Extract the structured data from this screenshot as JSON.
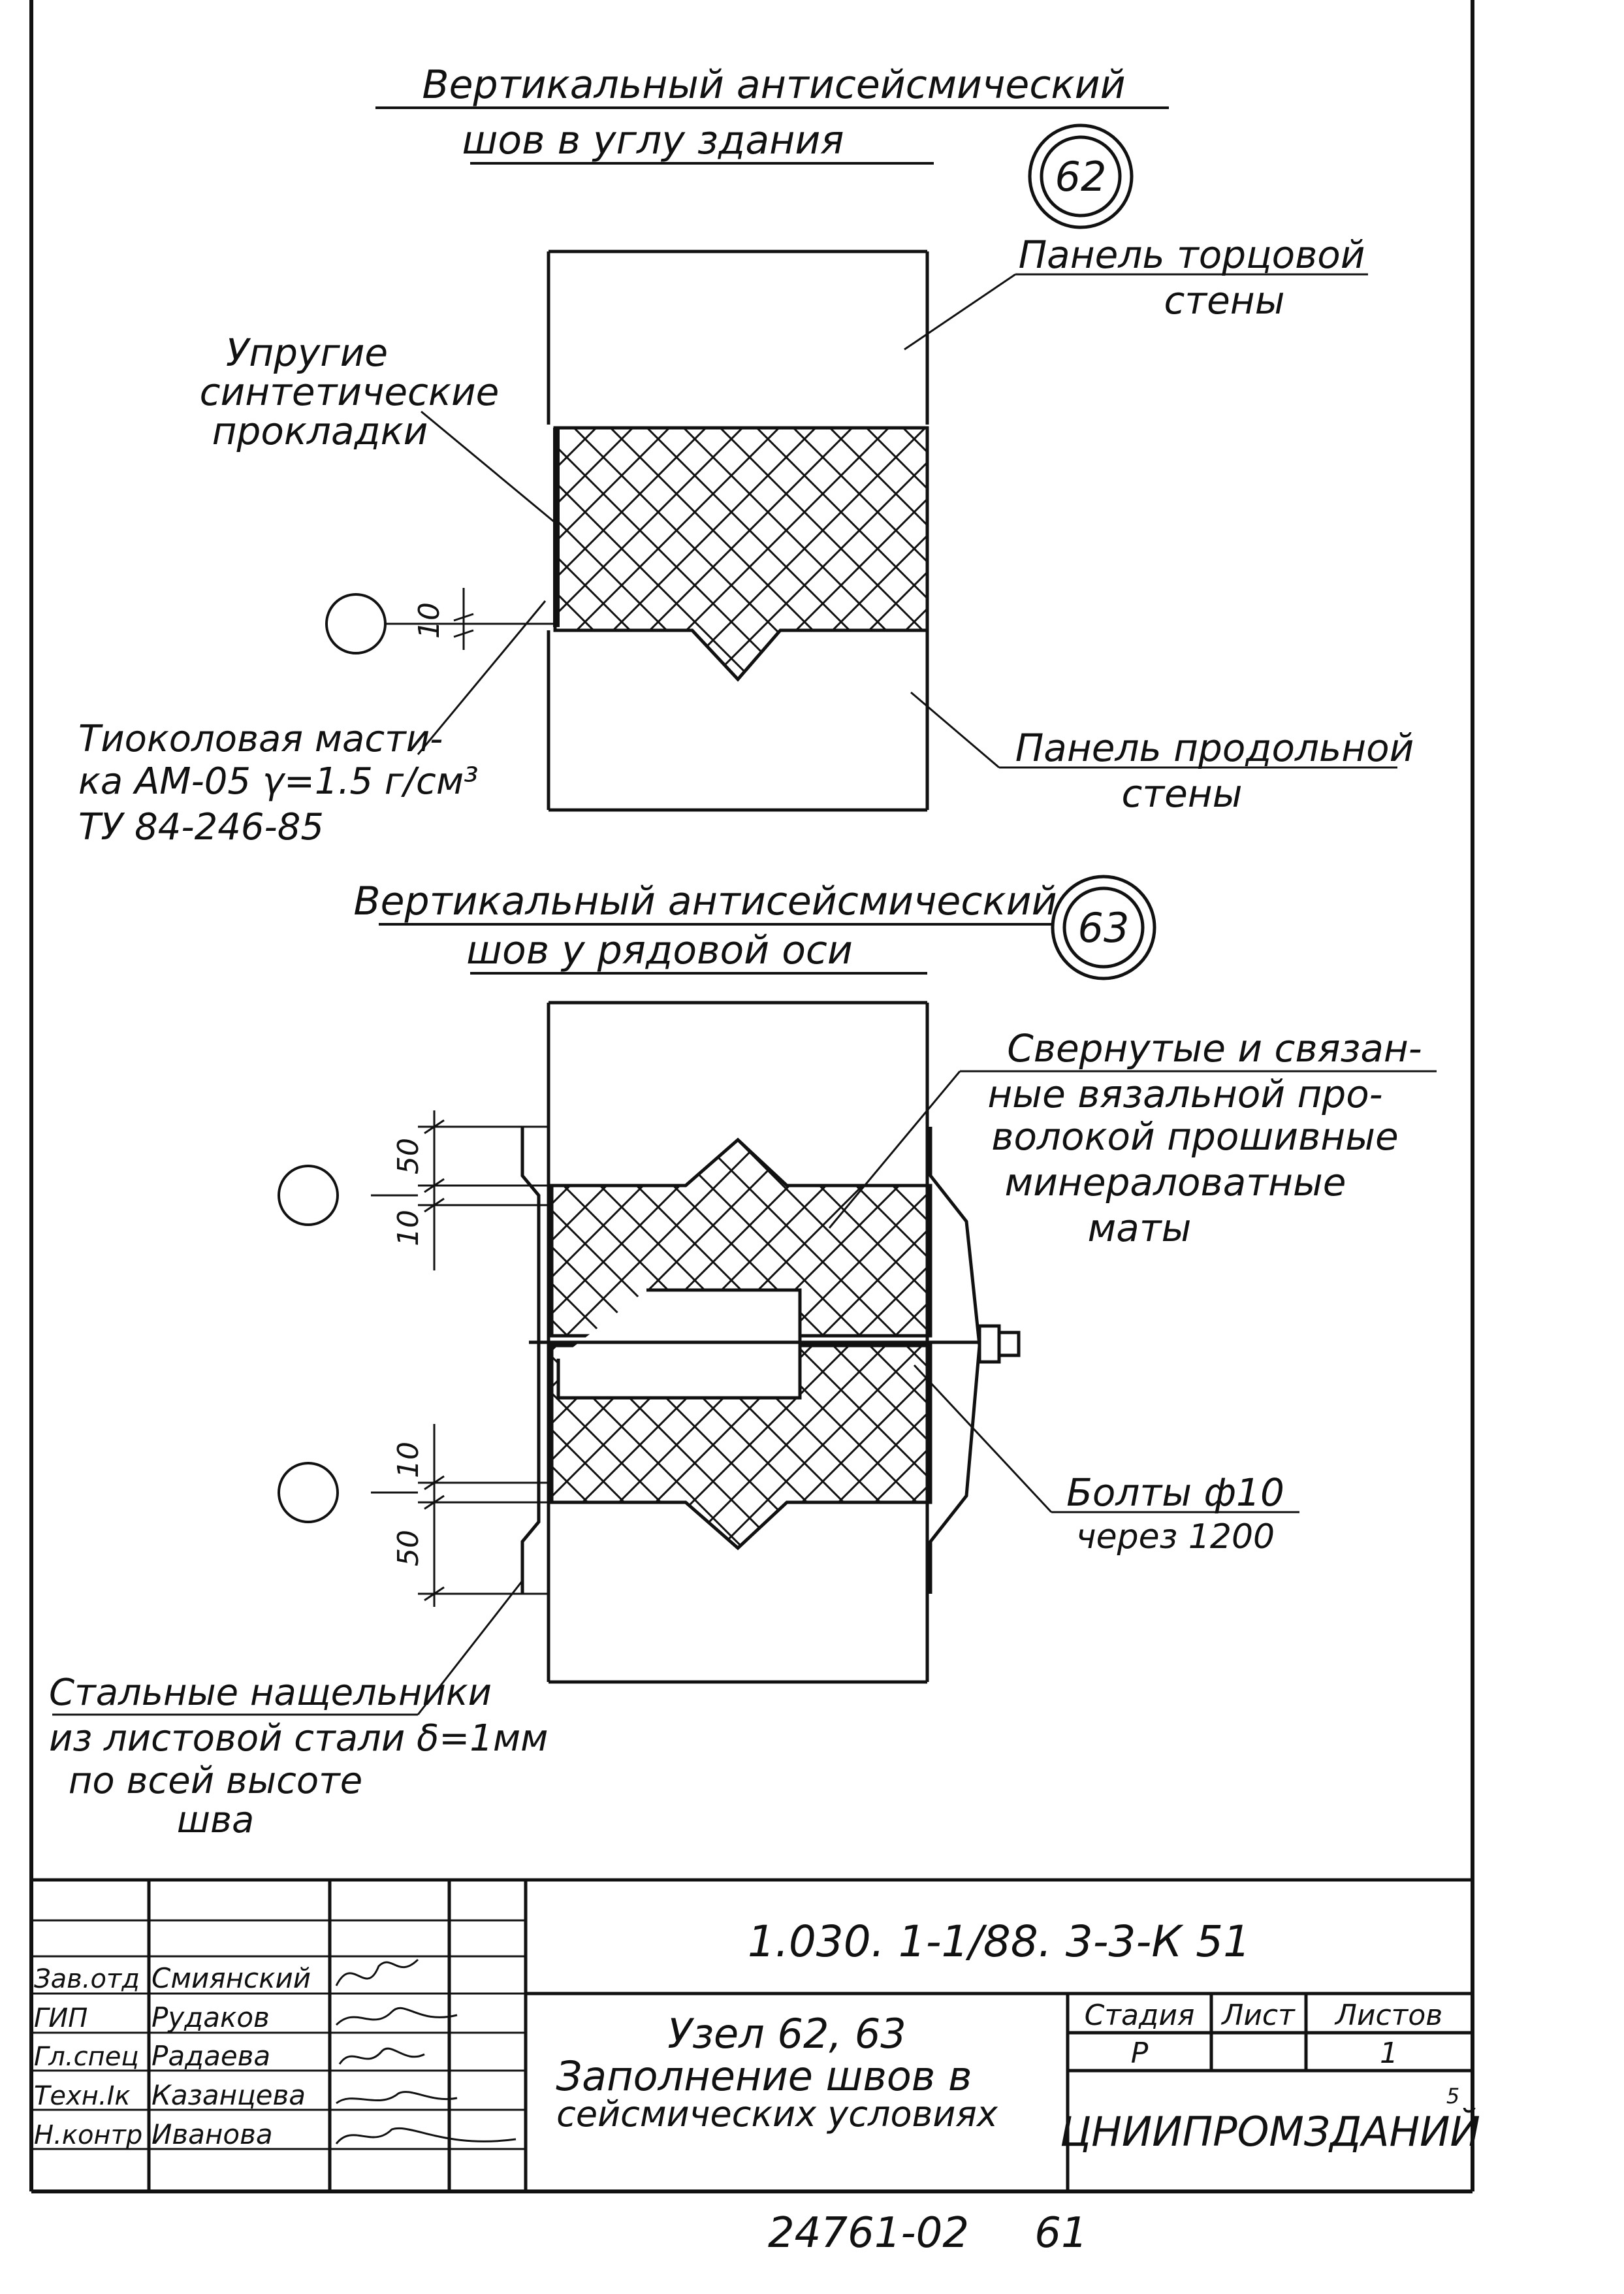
{
  "detail62": {
    "title_line1": "Вертикальный антисейсмический",
    "title_line2": "шов в углу здания",
    "marker": "62",
    "label_end_panel_1": "Панель торцовой",
    "label_end_panel_2": "стены",
    "label_pads_1": "Упругие",
    "label_pads_2": "синтетические",
    "label_pads_3": "прокладки",
    "dim_10": "10",
    "label_mastic_1": "Тиоколовая масти-",
    "label_mastic_2": "ка АМ-05 γ=1.5 г/см³",
    "label_mastic_3": "ТУ 84-246-85",
    "label_long_panel_1": "Панель продольной",
    "label_long_panel_2": "стены"
  },
  "detail63": {
    "title_line1": "Вертикальный антисейсмический",
    "title_line2": "шов у рядовой оси",
    "marker": "63",
    "label_mats_1": "Свернутые и связан-",
    "label_mats_2": "ные вязальной про-",
    "label_mats_3": "волокой прошивные",
    "label_mats_4": "минераловатные",
    "label_mats_5": "маты",
    "dim_top_50": "50",
    "dim_top_10": "10",
    "dim_bot_10": "10",
    "dim_bot_50": "50",
    "label_bolts_1": "Болты ф10",
    "label_bolts_2": "через 1200",
    "label_plates_1": "Стальные нащельники",
    "label_plates_2": "из листовой стали δ=1мм",
    "label_plates_3": "по всей высоте",
    "label_plates_4": "шва"
  },
  "title_block": {
    "doc_code": "1.030. 1-1/88. 3-3-К 51",
    "roles": [
      "Зав.отд",
      "ГИП",
      "Гл.спец",
      "Техн.Iк",
      "Н.контр"
    ],
    "names": [
      "Смиянский",
      "Рудаков",
      "Радаева",
      "Казанцева",
      "Иванова"
    ],
    "title_1": "Узел 62, 63",
    "title_2": "Заполнение швов в",
    "title_3": "сейсмических условиях",
    "col_stage": "Стадия",
    "col_sheet": "Лист",
    "col_sheets": "Листов",
    "val_stage": "Р",
    "val_sheets": "1",
    "org": "ЦНИИПРОМЗДАНИЙ",
    "corner_mark": "5"
  },
  "footer": {
    "archive_no": "24761-02",
    "page_no": "61"
  }
}
